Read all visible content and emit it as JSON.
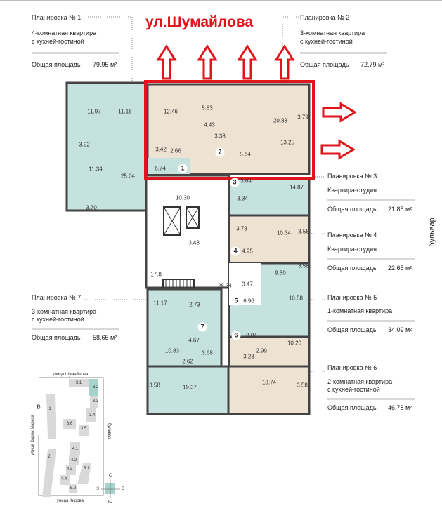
{
  "street_title": "ул.Шумайлова",
  "side_label": "бульвар",
  "area_label": "Общая площадь",
  "plans": [
    {
      "title": "Планировка № 1",
      "type_lines": [
        "4-комнатная квартира",
        "с кухней-гостиной"
      ],
      "area": "79,95 м²"
    },
    {
      "title": "Планировка № 2",
      "type_lines": [
        "3-комнатная квартира",
        "с кухней-гостиной"
      ],
      "area": "72,79 м²"
    },
    {
      "title": "Планировка № 3",
      "type_lines": [
        "Квартира-студия"
      ],
      "area": "21,85 м²"
    },
    {
      "title": "Планировка № 4",
      "type_lines": [
        "Квартира-студия"
      ],
      "area": "22,65 м²"
    },
    {
      "title": "Планировка № 5",
      "type_lines": [
        "1-комнатная квартира"
      ],
      "area": "34,09 м²"
    },
    {
      "title": "Планировка № 6",
      "type_lines": [
        "2-комнатная квартира",
        "с кухней-гостиной"
      ],
      "area": "46,78 м²"
    },
    {
      "title": "Планировка № 7",
      "type_lines": [
        "3-комнатная квартира",
        "с кухней-гостиной"
      ],
      "area": "58,65 м²"
    }
  ],
  "rooms": [
    "11.97",
    "11.16",
    "12.46",
    "5.83",
    "4.43",
    "20.88",
    "3.79",
    "3.92",
    "3.42",
    "2.66",
    "3.38",
    "13.25",
    "5.64",
    "6.74",
    "11.34",
    "25.04",
    "3.64",
    "14.87",
    "10.30",
    "3.34",
    "3.70",
    "3.78",
    "3.58",
    "10.34",
    "3.48",
    "4.95",
    "9.50",
    "3.58",
    "17.8",
    "3.47",
    "28.34",
    "11.17",
    "2.73",
    "6.96",
    "10.58",
    "8.04",
    "4.67",
    "10.83",
    "3.68",
    "2.99",
    "10.20",
    "3.23",
    "2.62",
    "3.58",
    "19.37",
    "18.74",
    "3.58"
  ],
  "apartment_numbers": [
    "1",
    "2",
    "3",
    "4",
    "5",
    "6",
    "7"
  ],
  "minimap": {
    "top_street": "улица Шумайлова",
    "bottom_street": "улица Кирова",
    "left_street": "улица Карла Маркса",
    "right_label": "бульвар",
    "corner_letter": "В",
    "sections": [
      "3.1",
      "3.2",
      "3.3",
      "1",
      "3.4",
      "3.6",
      "3.5",
      "4.1",
      "2",
      "4.2",
      "4.3",
      "5.1",
      "4.4",
      "5.2"
    ],
    "compass": {
      "n": "С",
      "s": "Ю",
      "w": "З",
      "e": "В"
    }
  },
  "colors": {
    "accent": "#e0141b",
    "teal": "#c5e2de",
    "beige": "#eee3d2"
  }
}
